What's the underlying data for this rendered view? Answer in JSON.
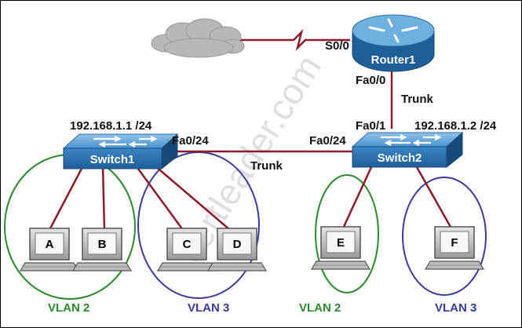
{
  "colors": {
    "link": "#8b1a2b",
    "vlan2": "#2b8a2b",
    "vlan3": "#3a3a9a",
    "device_blue": "#3b86c4",
    "cloud": "#b8b8b8"
  },
  "router": {
    "name": "Router1",
    "icon": "router-icon"
  },
  "switch1": {
    "name": "Switch1",
    "icon": "switch-icon",
    "ip": "192.168.1.1 /24",
    "port": "Fa0/24"
  },
  "switch2": {
    "name": "Switch2",
    "icon": "switch-icon",
    "ip": "192.168.1.2 /24",
    "uplink_port": "Fa0/1",
    "port": "Fa0/24"
  },
  "router_ports": {
    "serial": "S0/0",
    "fa": "Fa0/0"
  },
  "links": {
    "router_switch2": "Trunk",
    "switch1_switch2": "Trunk"
  },
  "pcs": [
    {
      "label": "A",
      "icon": "pc-icon"
    },
    {
      "label": "B",
      "icon": "pc-icon"
    },
    {
      "label": "C",
      "icon": "pc-icon"
    },
    {
      "label": "D",
      "icon": "pc-icon"
    },
    {
      "label": "E",
      "icon": "pc-icon"
    },
    {
      "label": "F",
      "icon": "pc-icon"
    }
  ],
  "vlans": {
    "sw1_vlan2": "VLAN 2",
    "sw1_vlan3": "VLAN 3",
    "sw2_vlan2": "VLAN 2",
    "sw2_vlan3": "VLAN 3"
  },
  "watermark": "certleader.com"
}
